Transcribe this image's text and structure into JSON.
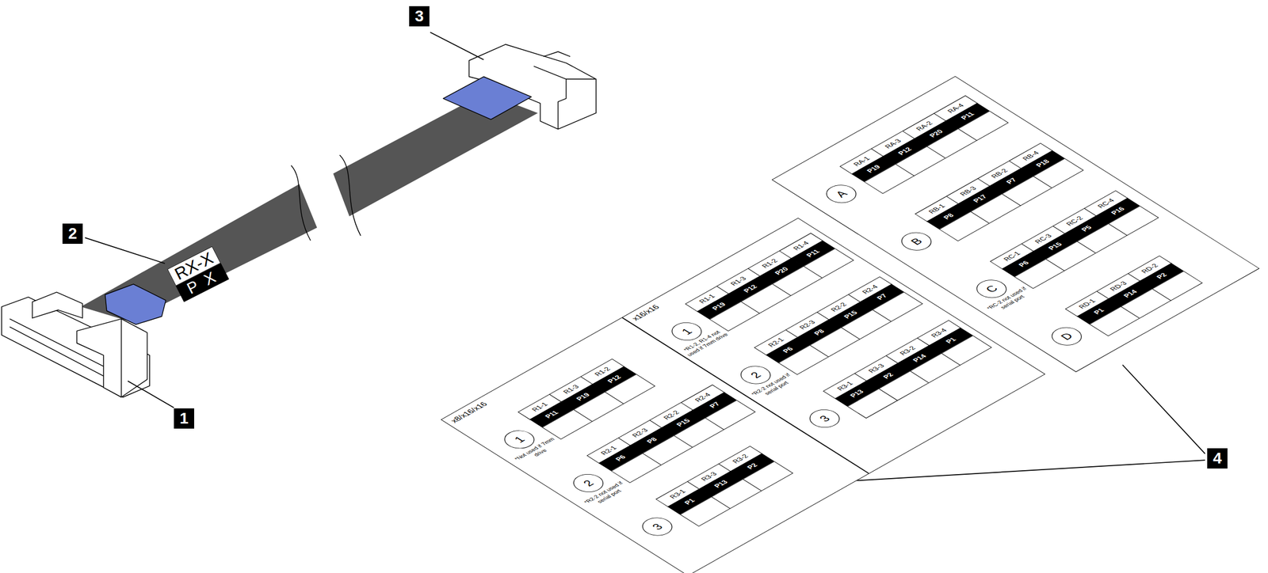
{
  "diagram": {
    "nodes": [
      {
        "text": [
          "3"
        ]
      },
      {
        "text": [
          "2"
        ]
      },
      {
        "text": [
          "RX-X",
          "P X"
        ]
      },
      {
        "text": [
          "1"
        ]
      },
      {
        "text": [
          "A"
        ]
      },
      {
        "text": [
          "B"
        ]
      },
      {
        "text": [
          "C"
        ]
      },
      {
        "text": [
          "D"
        ]
      },
      {
        "text": [
          "1"
        ]
      },
      {
        "text": [
          "2"
        ]
      },
      {
        "text": [
          "3"
        ]
      },
      {
        "text": [
          "1"
        ]
      },
      {
        "text": [
          "2"
        ]
      },
      {
        "text": [
          "3"
        ]
      },
      {
        "text": [
          "4"
        ]
      }
    ],
    "edges": [
      {
        "from": 1,
        "to": 2,
        "arrow": "none"
      }
    ],
    "labels": [
      "x8/x16/x16",
      "*Not used if 7mm drive",
      "R1-1",
      "R1-3",
      "R1-2",
      "P11",
      "P19",
      "P12",
      "*R2-2 not used if serial port",
      "R2-1",
      "R2-3",
      "R2-2",
      "R2-4",
      "P6",
      "P8",
      "P15",
      "P7",
      "R3-1",
      "R3-3",
      "R3-2",
      "P1",
      "P13",
      "P2",
      "x16/x16",
      "*R1-2, R1-4 not used if 7mm drive",
      "R1-1",
      "R1-3",
      "R1-2",
      "R1-4",
      "P19",
      "P12",
      "P20",
      "P11",
      "*R2-2 not used if serial port",
      "R2-1",
      "R2-3",
      "R2-2",
      "R2-4",
      "P6",
      "P8",
      "P15",
      "P7",
      "R3-1",
      "R3-3",
      "R3-2",
      "R3-4",
      "P13",
      "P2",
      "P14",
      "P1",
      "RA-1",
      "RA-3",
      "RA-2",
      "RA-4",
      "P19",
      "P12",
      "P20",
      "P11",
      "RB-1",
      "RB-3",
      "RB-2",
      "RB-4",
      "P8",
      "P17",
      "P7",
      "P18",
      "*RC-2 not used if serial port",
      "RC-1",
      "RC-3",
      "RC-2",
      "RC-4",
      "P6",
      "P15",
      "P5",
      "P16",
      "RD-1",
      "RD-3",
      "RD-2",
      "P1",
      "P14",
      "P2"
    ]
  }
}
